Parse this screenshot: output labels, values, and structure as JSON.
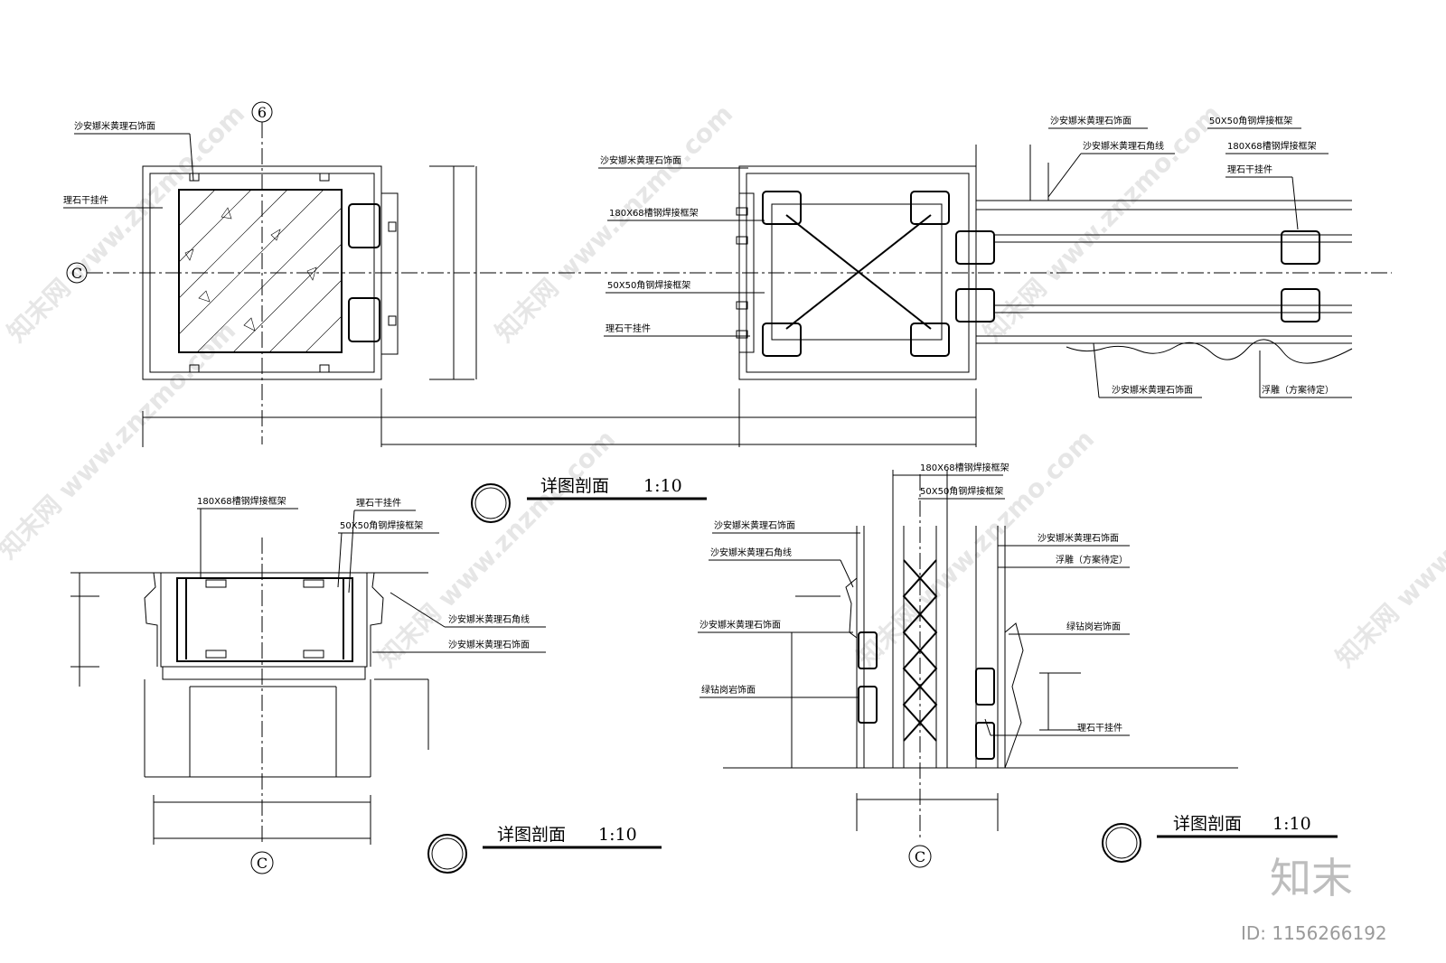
{
  "grid": {
    "axis_6": "6",
    "axis_c": "C"
  },
  "plan": {
    "labels": {
      "sandstone_face_1": "沙安娜米黄理石饰面",
      "stone_hanger_1": "理石干挂件",
      "sandstone_face_2": "沙安娜米黄理石饰面",
      "channel_frame": "180X68槽钢焊接框架",
      "angle_frame": "50X50角钢焊接框架",
      "stone_hanger_2": "理石干挂件",
      "sandstone_face_top": "沙安娜米黄理石饰面",
      "corner_line_top": "沙安娜米黄理石角线",
      "angle_frame_r": "50X50角钢焊接框架",
      "channel_frame_r": "180X68槽钢焊接框架",
      "stone_hanger_r": "理石干挂件",
      "sandstone_face_bottom": "沙安娜米黄理石饰面",
      "relief": "浮雕（方案待定）"
    }
  },
  "section_left": {
    "title": "详图剖面",
    "scale": "1:10",
    "labels": {
      "channel_frame": "180X68槽钢焊接框架",
      "stone_hanger": "理石干挂件",
      "angle_frame": "50X50角钢焊接框架",
      "corner_line": "沙安娜米黄理石角线",
      "sandstone_face": "沙安娜米黄理石饰面"
    }
  },
  "section_mid": {
    "title": "详图剖面",
    "scale": "1:10"
  },
  "section_right": {
    "title": "详图剖面",
    "scale": "1:10",
    "labels": {
      "channel_frame": "180X68槽钢焊接框架",
      "angle_frame": "50X50角钢焊接框架",
      "sandstone_face_1": "沙安娜米黄理石饰面",
      "corner_line": "沙安娜米黄理石角线",
      "sandstone_face_2": "沙安娜米黄理石饰面",
      "green_granite_1": "绿钻岗岩饰面",
      "sandstone_face_r": "沙安娜米黄理石饰面",
      "relief": "浮雕（方案待定）",
      "green_granite_r": "绿钻岗岩饰面",
      "stone_hanger_r": "理石干挂件"
    }
  },
  "branding": {
    "logo": "知末",
    "id_text": "ID: 1156266192",
    "watermark": "知末网 www.znzmo.com"
  }
}
